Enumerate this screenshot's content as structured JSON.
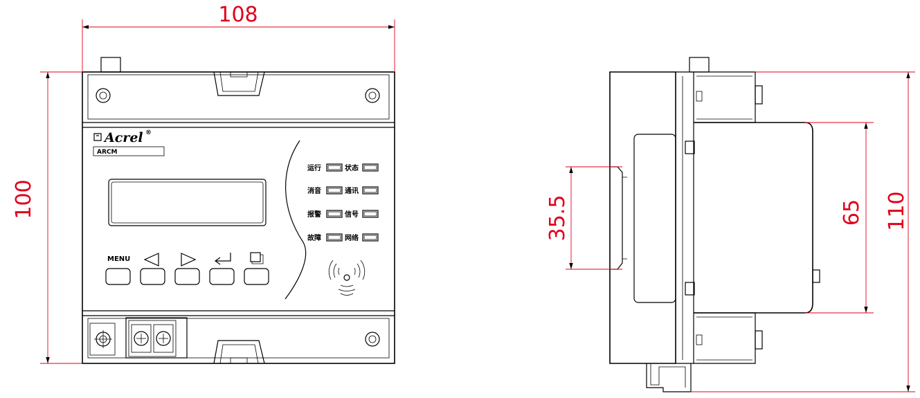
{
  "dimensions": {
    "front_width": "108",
    "front_height": "100",
    "side_din_rail": "35.5",
    "side_body": "65",
    "side_total": "110"
  },
  "device": {
    "brand": "Acrel",
    "registered": "®",
    "model": "ARCM"
  },
  "indicators": [
    {
      "label": "运行"
    },
    {
      "label": "状态"
    },
    {
      "label": "消音"
    },
    {
      "label": "通讯"
    },
    {
      "label": "报警"
    },
    {
      "label": "信号"
    },
    {
      "label": "故障"
    },
    {
      "label": "网络"
    }
  ],
  "buttons": {
    "menu_label": "MENU"
  },
  "colors": {
    "dimension": "#e0001a",
    "outline": "#000000"
  }
}
